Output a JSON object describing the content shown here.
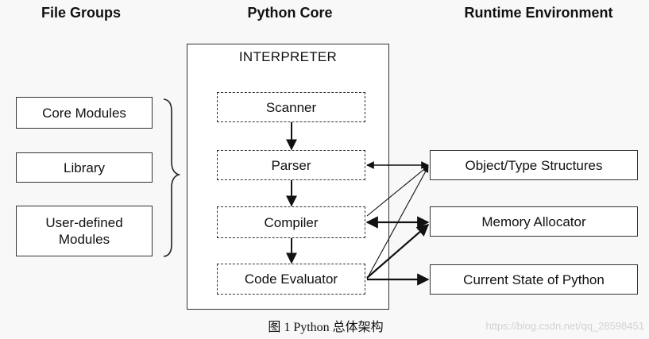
{
  "headers": {
    "file_groups": "File Groups",
    "python_core": "Python Core",
    "runtime_environment": "Runtime Environment"
  },
  "file_groups": {
    "core_modules": "Core Modules",
    "library": "Library",
    "user_defined_line1": "User-defined",
    "user_defined_line2": "Modules"
  },
  "interpreter": {
    "title": "INTERPRETER",
    "scanner": "Scanner",
    "parser": "Parser",
    "compiler": "Compiler",
    "code_evaluator": "Code Evaluator"
  },
  "runtime": {
    "object_type_structures": "Object/Type Structures",
    "memory_allocator": "Memory Allocator",
    "current_state": "Current State of Python"
  },
  "caption": "图 1 Python 总体架构",
  "watermark": "https://blog.csdn.net/qq_28598451"
}
